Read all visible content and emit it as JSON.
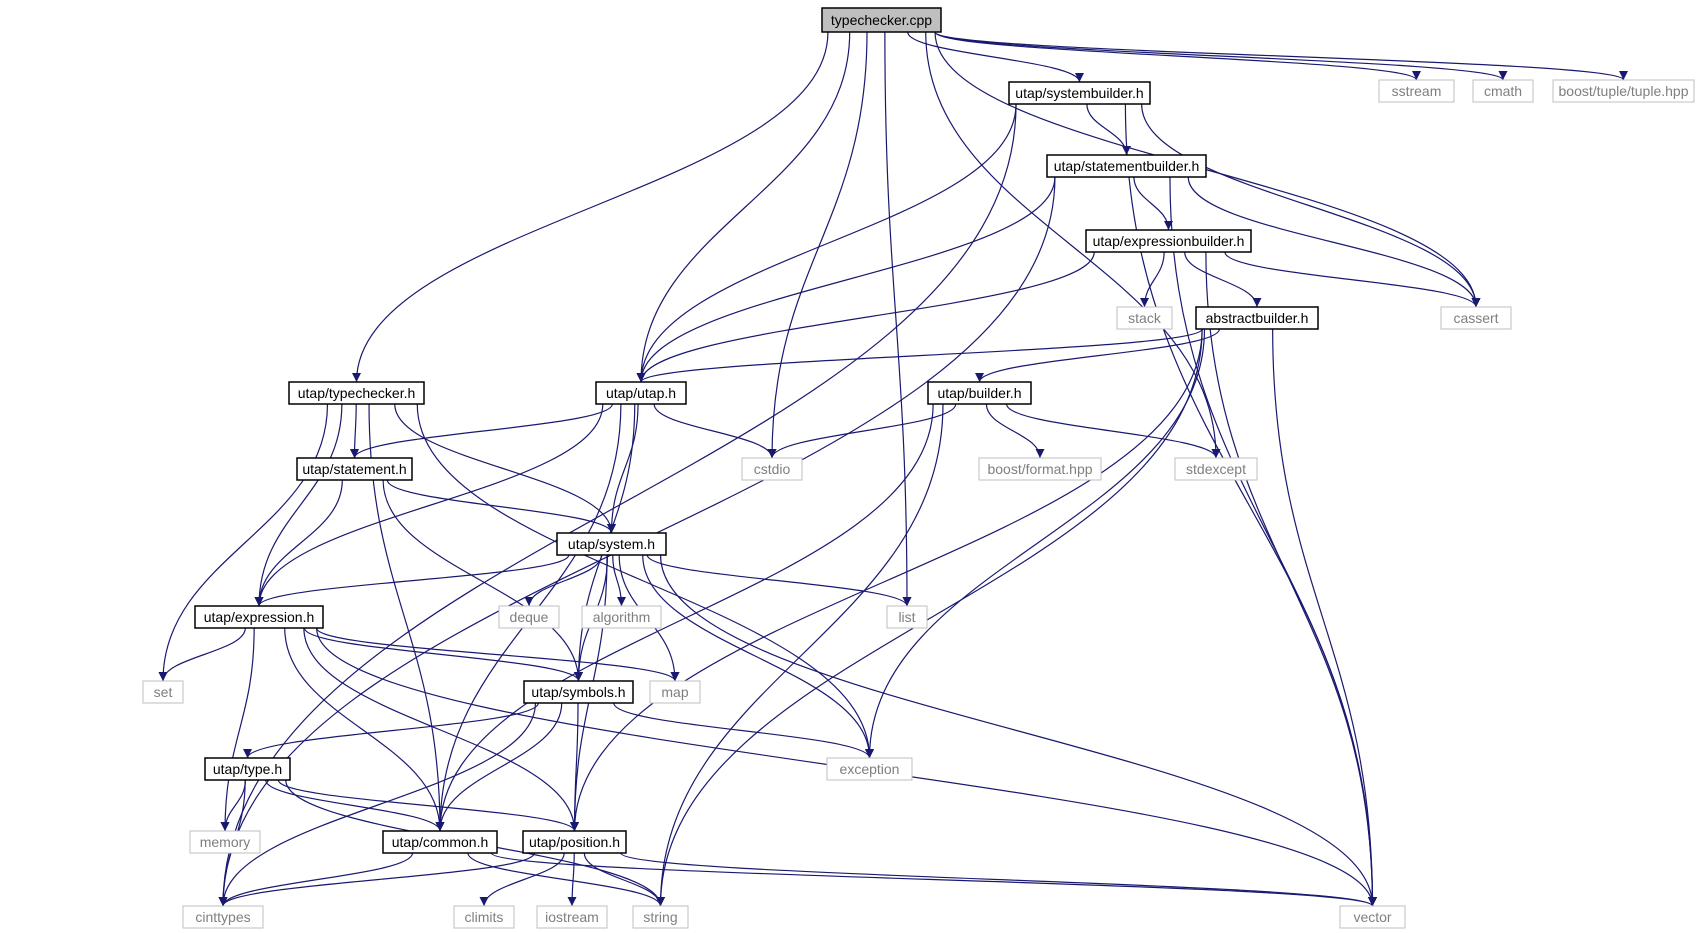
{
  "graph": {
    "colors": {
      "edge": "#191970",
      "local_border": "#000000",
      "root_fill": "#bfbfbf",
      "system_border": "#bfbfbf"
    },
    "nodes": [
      {
        "id": "typechecker_cpp",
        "label": "typechecker.cpp",
        "kind": "root"
      },
      {
        "id": "sstream",
        "label": "sstream",
        "kind": "system"
      },
      {
        "id": "cmath",
        "label": "cmath",
        "kind": "system"
      },
      {
        "id": "tuple",
        "label": "boost/tuple/tuple.hpp",
        "kind": "system"
      },
      {
        "id": "systembuilder",
        "label": "utap/systembuilder.h",
        "kind": "local"
      },
      {
        "id": "statementbuilder",
        "label": "utap/statementbuilder.h",
        "kind": "local"
      },
      {
        "id": "expressionbuilder",
        "label": "utap/expressionbuilder.h",
        "kind": "local"
      },
      {
        "id": "stack",
        "label": "stack",
        "kind": "system"
      },
      {
        "id": "abstractbuilder",
        "label": "abstractbuilder.h",
        "kind": "local"
      },
      {
        "id": "cassert",
        "label": "cassert",
        "kind": "system"
      },
      {
        "id": "typechecker_h",
        "label": "utap/typechecker.h",
        "kind": "local"
      },
      {
        "id": "utap_h",
        "label": "utap/utap.h",
        "kind": "local"
      },
      {
        "id": "builder",
        "label": "utap/builder.h",
        "kind": "local"
      },
      {
        "id": "statement",
        "label": "utap/statement.h",
        "kind": "local"
      },
      {
        "id": "cstdio",
        "label": "cstdio",
        "kind": "system"
      },
      {
        "id": "boostformat",
        "label": "boost/format.hpp",
        "kind": "system"
      },
      {
        "id": "stdexcept",
        "label": "stdexcept",
        "kind": "system"
      },
      {
        "id": "system",
        "label": "utap/system.h",
        "kind": "local"
      },
      {
        "id": "expression",
        "label": "utap/expression.h",
        "kind": "local"
      },
      {
        "id": "deque",
        "label": "deque",
        "kind": "system"
      },
      {
        "id": "algorithm",
        "label": "algorithm",
        "kind": "system"
      },
      {
        "id": "list",
        "label": "list",
        "kind": "system"
      },
      {
        "id": "set",
        "label": "set",
        "kind": "system"
      },
      {
        "id": "symbols",
        "label": "utap/symbols.h",
        "kind": "local"
      },
      {
        "id": "map",
        "label": "map",
        "kind": "system"
      },
      {
        "id": "type",
        "label": "utap/type.h",
        "kind": "local"
      },
      {
        "id": "exception",
        "label": "exception",
        "kind": "system"
      },
      {
        "id": "memory",
        "label": "memory",
        "kind": "system"
      },
      {
        "id": "common",
        "label": "utap/common.h",
        "kind": "local"
      },
      {
        "id": "position",
        "label": "utap/position.h",
        "kind": "local"
      },
      {
        "id": "cinttypes",
        "label": "cinttypes",
        "kind": "system"
      },
      {
        "id": "climits",
        "label": "climits",
        "kind": "system"
      },
      {
        "id": "iostream",
        "label": "iostream",
        "kind": "system"
      },
      {
        "id": "string",
        "label": "string",
        "kind": "system"
      },
      {
        "id": "vector",
        "label": "vector",
        "kind": "system"
      }
    ],
    "edges": [
      [
        "typechecker_cpp",
        "sstream"
      ],
      [
        "typechecker_cpp",
        "cmath"
      ],
      [
        "typechecker_cpp",
        "tuple"
      ],
      [
        "typechecker_cpp",
        "systembuilder"
      ],
      [
        "typechecker_cpp",
        "cassert"
      ],
      [
        "typechecker_cpp",
        "typechecker_h"
      ],
      [
        "typechecker_cpp",
        "utap_h"
      ],
      [
        "typechecker_cpp",
        "cstdio"
      ],
      [
        "typechecker_cpp",
        "list"
      ],
      [
        "typechecker_cpp",
        "stdexcept"
      ],
      [
        "systembuilder",
        "statementbuilder"
      ],
      [
        "systembuilder",
        "utap_h"
      ],
      [
        "systembuilder",
        "cinttypes"
      ],
      [
        "systembuilder",
        "cassert"
      ],
      [
        "systembuilder",
        "vector"
      ],
      [
        "statementbuilder",
        "expressionbuilder"
      ],
      [
        "statementbuilder",
        "utap_h"
      ],
      [
        "statementbuilder",
        "cinttypes"
      ],
      [
        "statementbuilder",
        "cassert"
      ],
      [
        "statementbuilder",
        "vector"
      ],
      [
        "expressionbuilder",
        "stack"
      ],
      [
        "expressionbuilder",
        "abstractbuilder"
      ],
      [
        "expressionbuilder",
        "utap_h"
      ],
      [
        "expressionbuilder",
        "cassert"
      ],
      [
        "expressionbuilder",
        "vector"
      ],
      [
        "abstractbuilder",
        "builder"
      ],
      [
        "abstractbuilder",
        "utap_h"
      ],
      [
        "abstractbuilder",
        "exception"
      ],
      [
        "abstractbuilder",
        "position"
      ],
      [
        "abstractbuilder",
        "string"
      ],
      [
        "abstractbuilder",
        "vector"
      ],
      [
        "typechecker_h",
        "statement"
      ],
      [
        "typechecker_h",
        "system"
      ],
      [
        "typechecker_h",
        "expression"
      ],
      [
        "typechecker_h",
        "set"
      ],
      [
        "typechecker_h",
        "common"
      ],
      [
        "typechecker_h",
        "exception"
      ],
      [
        "utap_h",
        "statement"
      ],
      [
        "utap_h",
        "system"
      ],
      [
        "utap_h",
        "expression"
      ],
      [
        "utap_h",
        "symbols"
      ],
      [
        "utap_h",
        "cstdio"
      ],
      [
        "utap_h",
        "common"
      ],
      [
        "builder",
        "cstdio"
      ],
      [
        "builder",
        "boostformat"
      ],
      [
        "builder",
        "stdexcept"
      ],
      [
        "builder",
        "common"
      ],
      [
        "builder",
        "string"
      ],
      [
        "statement",
        "expression"
      ],
      [
        "statement",
        "system"
      ],
      [
        "statement",
        "symbols"
      ],
      [
        "system",
        "expression"
      ],
      [
        "system",
        "symbols"
      ],
      [
        "system",
        "deque"
      ],
      [
        "system",
        "algorithm"
      ],
      [
        "system",
        "list"
      ],
      [
        "system",
        "map"
      ],
      [
        "system",
        "exception"
      ],
      [
        "system",
        "position"
      ],
      [
        "system",
        "vector"
      ],
      [
        "expression",
        "set"
      ],
      [
        "expression",
        "symbols"
      ],
      [
        "expression",
        "map"
      ],
      [
        "expression",
        "memory"
      ],
      [
        "expression",
        "common"
      ],
      [
        "expression",
        "position"
      ],
      [
        "expression",
        "vector"
      ],
      [
        "symbols",
        "type"
      ],
      [
        "symbols",
        "exception"
      ],
      [
        "symbols",
        "common"
      ],
      [
        "symbols",
        "position"
      ],
      [
        "symbols",
        "cinttypes"
      ],
      [
        "type",
        "memory"
      ],
      [
        "type",
        "common"
      ],
      [
        "type",
        "position"
      ],
      [
        "type",
        "cinttypes"
      ],
      [
        "type",
        "string"
      ],
      [
        "common",
        "cinttypes"
      ],
      [
        "common",
        "string"
      ],
      [
        "common",
        "vector"
      ],
      [
        "position",
        "cinttypes"
      ],
      [
        "position",
        "climits"
      ],
      [
        "position",
        "iostream"
      ],
      [
        "position",
        "string"
      ],
      [
        "position",
        "vector"
      ]
    ]
  }
}
